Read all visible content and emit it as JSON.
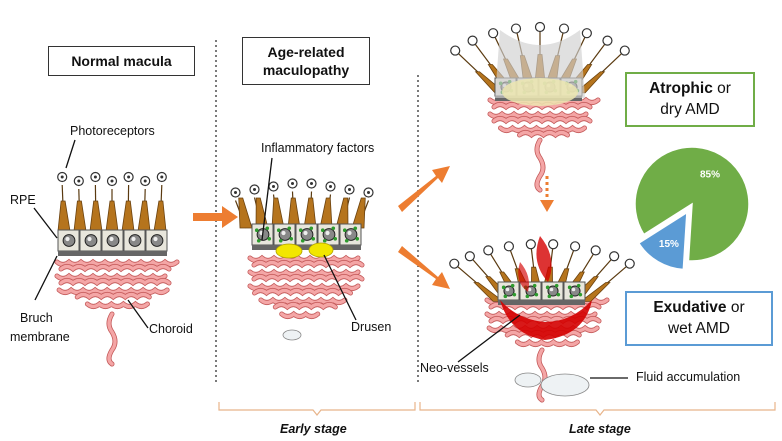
{
  "panels": {
    "normal": {
      "title": "Normal macula"
    },
    "early": {
      "title_line1": "Age-related",
      "title_line2": "maculopathy"
    }
  },
  "labels": {
    "photoreceptors": "Photoreceptors",
    "rpe": "RPE",
    "bruch_line1": "Bruch",
    "bruch_line2": "membrane",
    "choroid": "Choroid",
    "inflammatory": "Inflammatory factors",
    "drusen": "Drusen",
    "neovessels": "Neo-vessels",
    "fluid": "Fluid accumulation"
  },
  "amd": {
    "atrophic": {
      "bold": "Atrophic",
      "rest": " or",
      "line2": "dry AMD",
      "border_color": "#70ad47"
    },
    "exudative": {
      "bold": "Exudative",
      "rest": " or",
      "line2": "wet AMD",
      "border_color": "#5b9bd5"
    }
  },
  "stages": {
    "early": "Early stage",
    "late": "Late stage"
  },
  "colors": {
    "arrow": "#ed7d31",
    "choroid": "#f4a6a6",
    "photoreceptor": "#b5741d",
    "rpe_cell": "#e8e6dc",
    "drusen": "#f2e600",
    "blood": "#d40000",
    "bracket": "#e8b48a"
  },
  "chart_data": {
    "type": "pie",
    "title": "",
    "slices": [
      {
        "label": "85%",
        "value": 85,
        "color": "#70ad47"
      },
      {
        "label": "15%",
        "value": 15,
        "color": "#5b9bd5",
        "exploded": true
      }
    ]
  }
}
